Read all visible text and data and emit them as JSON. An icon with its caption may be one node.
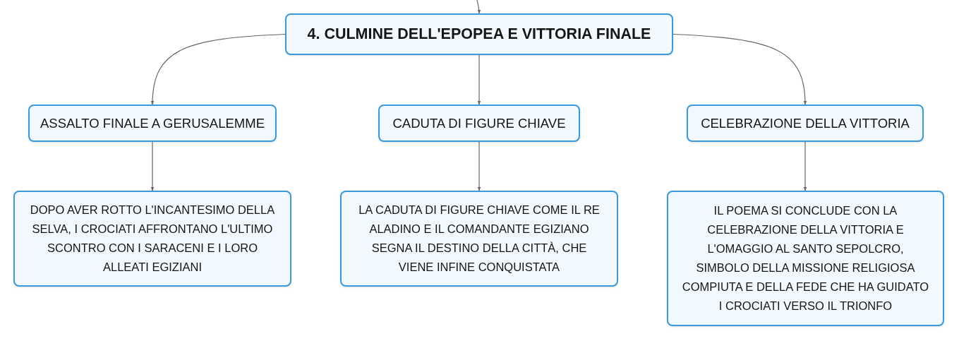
{
  "diagram": {
    "nodes": [
      {
        "text": [
          "4. CULMINE DELL'EPOPEA E VITTORIA FINALE"
        ]
      },
      {
        "text": [
          "ASSALTO FINALE A GERUSALEMME"
        ]
      },
      {
        "text": [
          "CADUTA DI FIGURE CHIAVE"
        ]
      },
      {
        "text": [
          "CELEBRAZIONE DELLA VITTORIA"
        ]
      },
      {
        "text": [
          "DOPO AVER ROTTO L'INCANTESIMO DELLA SELVA, I CROCIATI AFFRONTANO L'ULTIMO SCONTRO CON I SARACENI E I LORO ALLEATI EGIZIANI"
        ]
      },
      {
        "text": [
          "LA CADUTA DI FIGURE CHIAVE COME IL RE ALADINO E IL COMANDANTE EGIZIANO SEGNA IL DESTINO DELLA CITTÀ, CHE VIENE INFINE CONQUISTATA"
        ]
      },
      {
        "text": [
          "IL POEMA SI CONCLUDE CON LA CELEBRAZIONE DELLA VITTORIA E L'OMAGGIO AL SANTO SEPOLCRO, SIMBOLO DELLA MISSIONE RELIGIOSA COMPIUTA E DELLA FEDE CHE HA GUIDATO I CROCIATI VERSO IL TRIONFO"
        ]
      }
    ],
    "edges": [
      {
        "from": null,
        "to": 0,
        "arrow": "to"
      },
      {
        "from": 0,
        "to": 1,
        "arrow": "to"
      },
      {
        "from": 0,
        "to": 2,
        "arrow": "to"
      },
      {
        "from": 0,
        "to": 3,
        "arrow": "to"
      },
      {
        "from": 1,
        "to": 4,
        "arrow": "to"
      },
      {
        "from": 2,
        "to": 5,
        "arrow": "to"
      },
      {
        "from": 3,
        "to": 6,
        "arrow": "to"
      }
    ]
  }
}
